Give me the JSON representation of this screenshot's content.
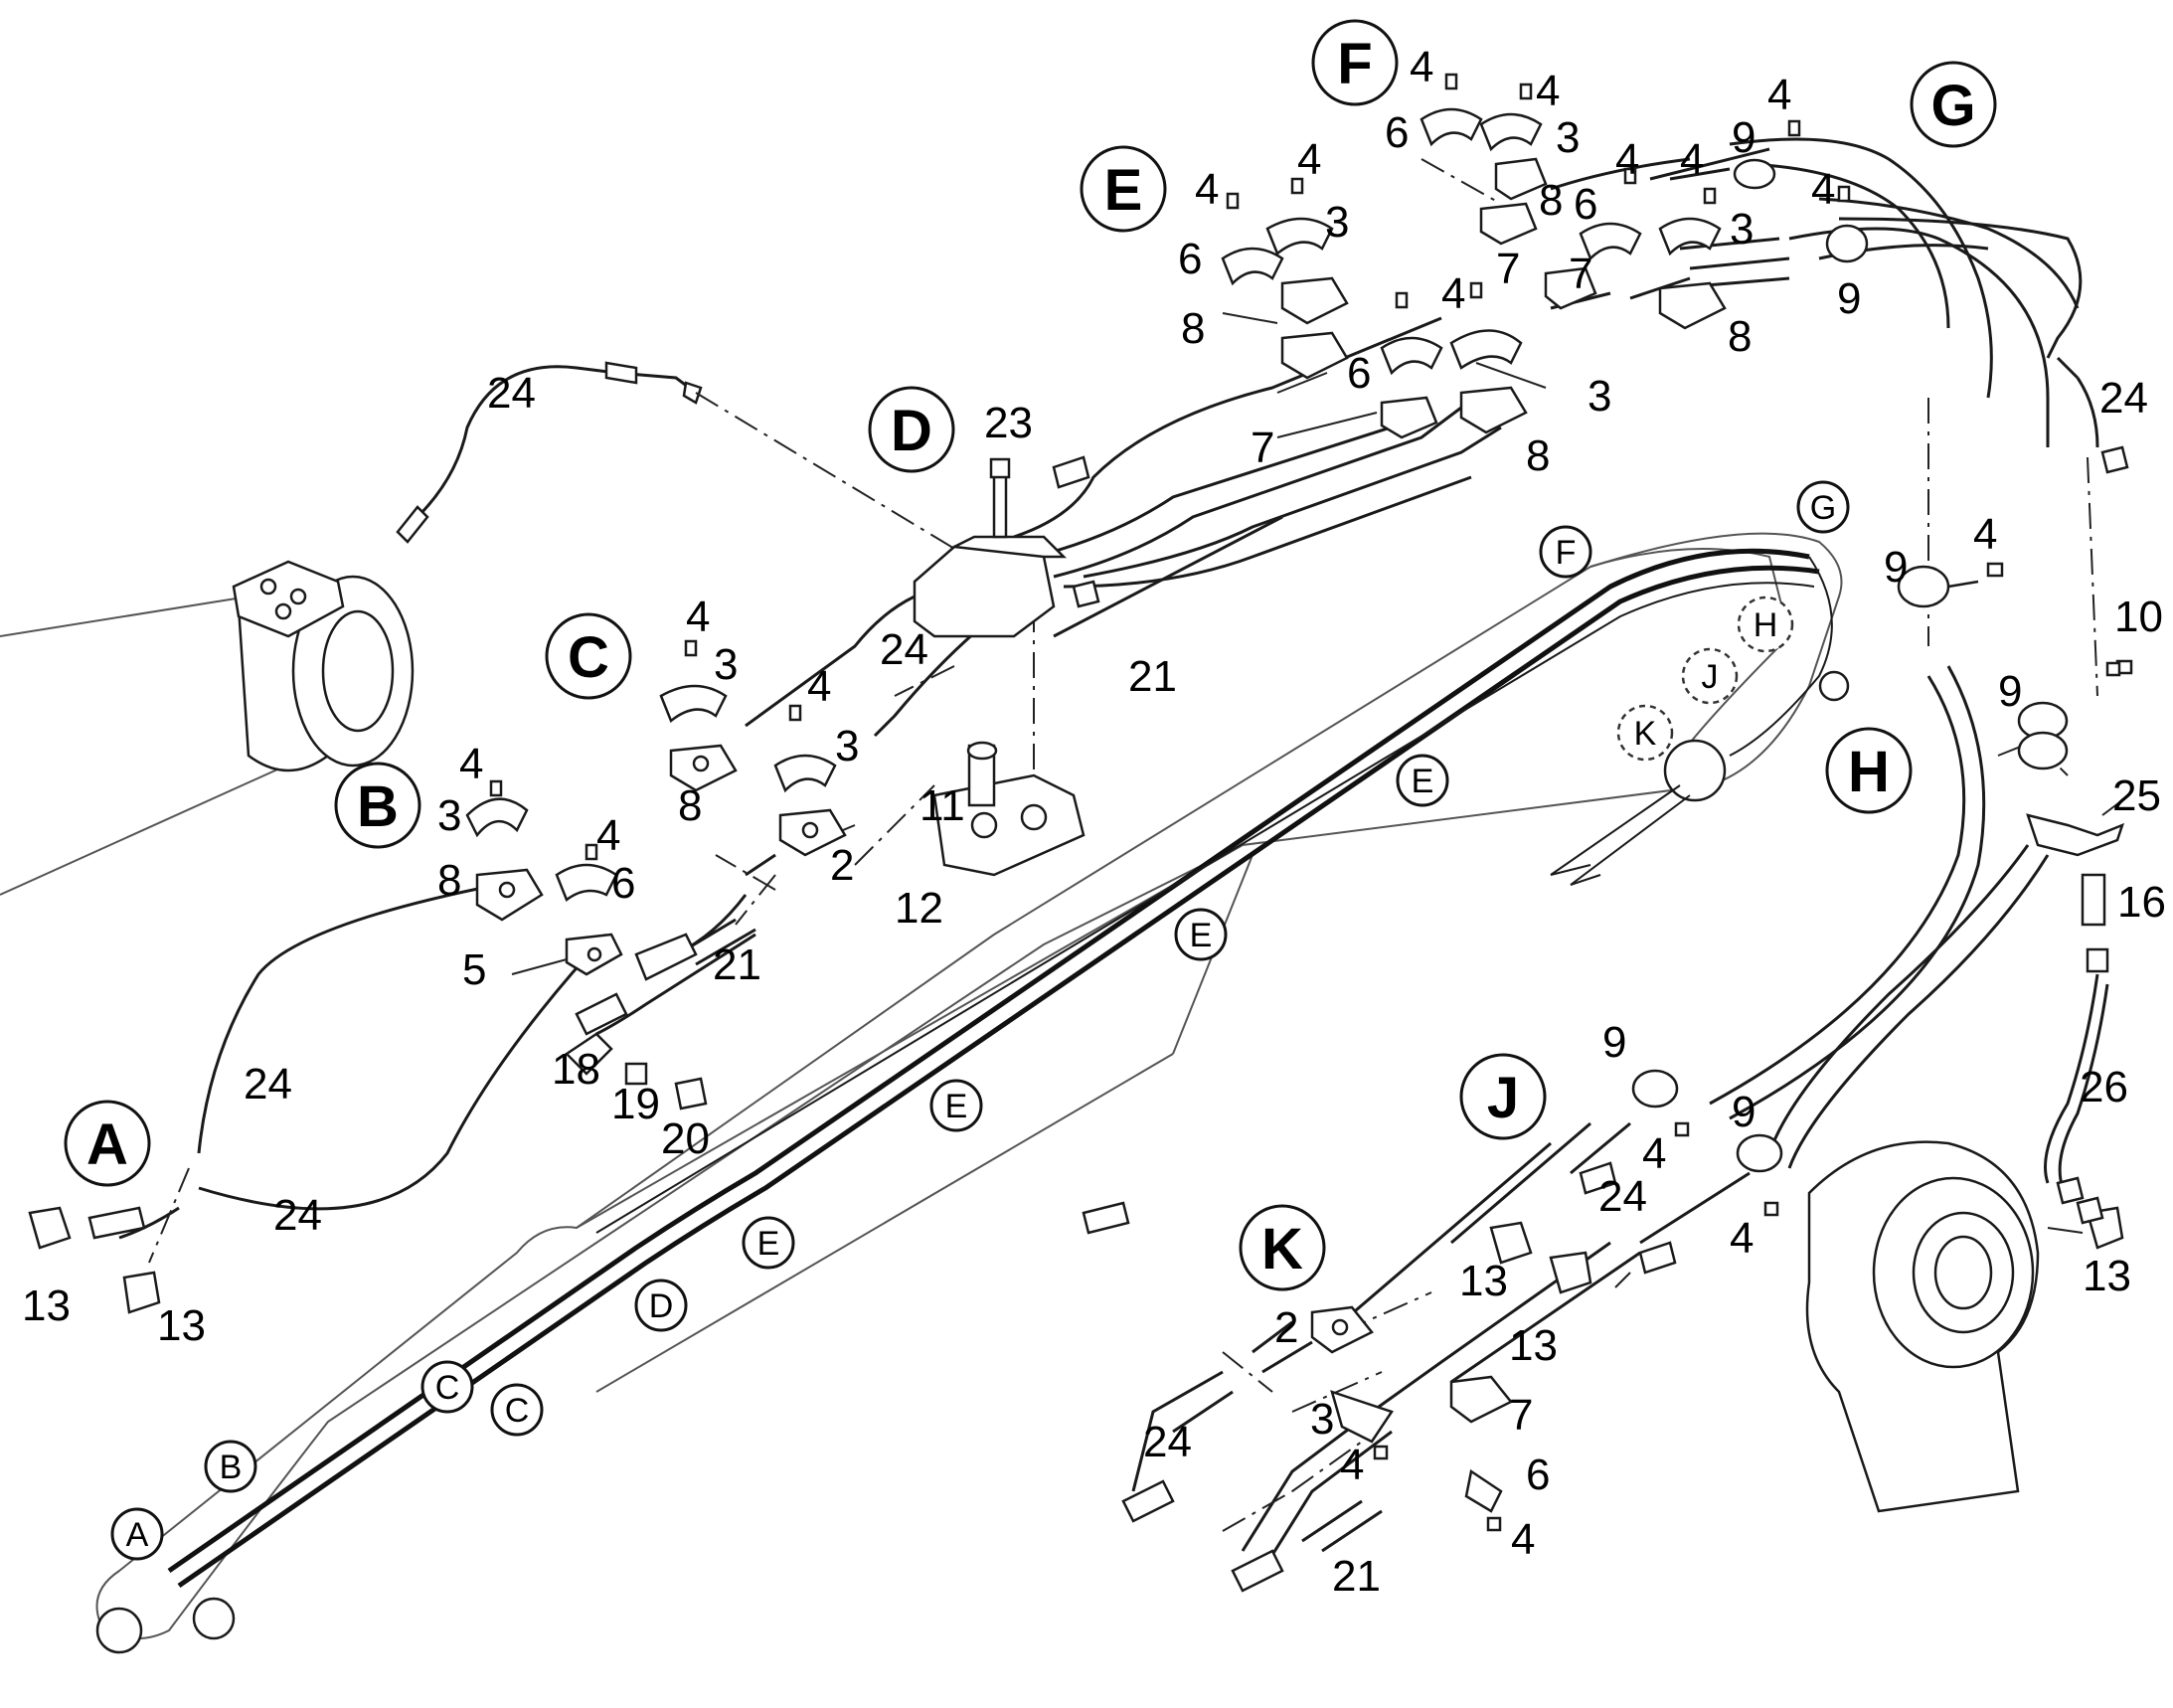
{
  "detail_letters": [
    "A",
    "B",
    "C",
    "D",
    "E",
    "F",
    "G",
    "H",
    "J",
    "K"
  ],
  "boom_letters": [
    "A",
    "B",
    "C",
    "C",
    "D",
    "E",
    "E",
    "E",
    "E",
    "F",
    "G",
    "H",
    "J",
    "K"
  ],
  "part_numbers": {
    "p2": "2",
    "p3": "3",
    "p4": "4",
    "p5": "5",
    "p6": "6",
    "p7": "7",
    "p8": "8",
    "p9": "9",
    "p10": "10",
    "p11": "11",
    "p12": "12",
    "p13": "13",
    "p16": "16",
    "p18": "18",
    "p19": "19",
    "p20": "20",
    "p21": "21",
    "p23": "23",
    "p24": "24",
    "p25": "25",
    "p26": "26"
  }
}
